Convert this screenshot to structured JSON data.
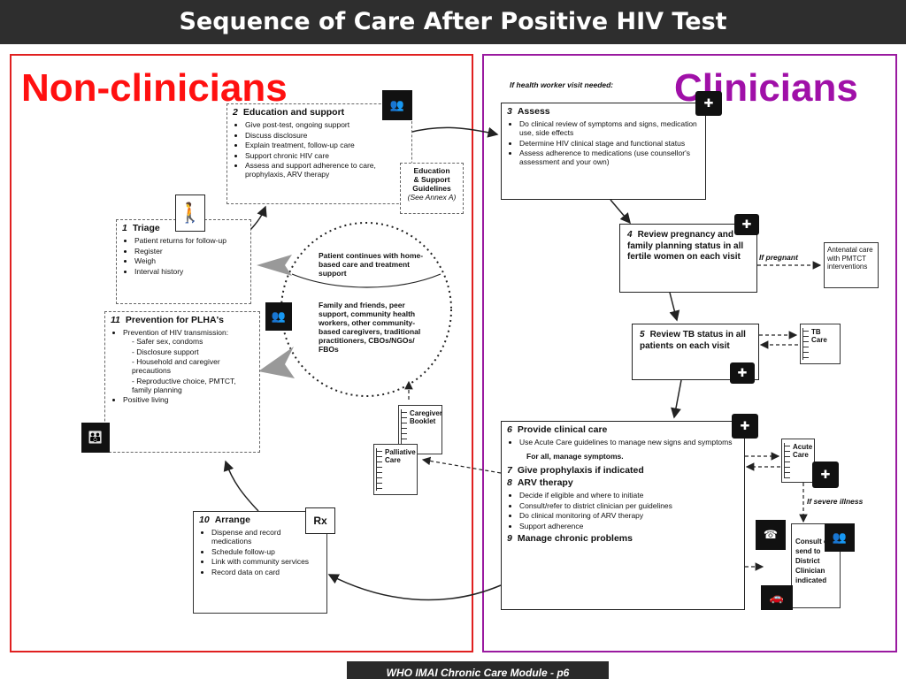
{
  "header": {
    "title": "Sequence of Care After Positive HIV Test"
  },
  "sections": {
    "left": "Non-clinicians",
    "right": "Clinicians"
  },
  "if_visit_note": "If health worker visit needed:",
  "box2": {
    "num": "2",
    "title": "Education and support",
    "items": [
      "Give post-test, ongoing support",
      "Discuss disclosure",
      "Explain treatment, follow-up care",
      "Support chronic HIV care",
      "Assess and support adherence to care, prophylaxis, ARV therapy"
    ]
  },
  "guidelines": {
    "line1": "Education",
    "line2": "& Support",
    "line3": "Guidelines",
    "note": "(See Annex A)"
  },
  "box1": {
    "num": "1",
    "title": "Triage",
    "items": [
      "Patient returns for follow-up",
      "Register",
      "Weigh",
      "Interval history"
    ]
  },
  "box11": {
    "num": "11",
    "title": "Prevention for PLHA's",
    "item1": "Prevention of HIV transmission:",
    "sub": [
      "Safer sex, condoms",
      "Disclosure support",
      "Household and caregiver precautions",
      "Reproductive choice, PMTCT, family planning"
    ],
    "item2": "Positive living"
  },
  "circle": {
    "top": "Patient continues with home-based care and treatment support",
    "bottom": "Family and friends, peer support, community health workers, other community-based caregivers, traditional practitioners, CBOs/NGOs/ FBOs"
  },
  "box10": {
    "num": "10",
    "title": "Arrange",
    "items": [
      "Dispense and record medications",
      "Schedule follow-up",
      "Link with community services",
      "Record data on card"
    ]
  },
  "box3": {
    "num": "3",
    "title": "Assess",
    "items": [
      "Do clinical review of symptoms and signs, medication use, side effects",
      "Determine HIV clinical stage and functional status",
      "Assess adherence to medications (use counsellor's assessment and your own)"
    ]
  },
  "box4": {
    "num": "4",
    "title": "Review pregnancy and family planning status in all fertile women on each visit"
  },
  "if_pregnant": "If pregnant",
  "antenatal": "Antenatal care with PMTCT interventions",
  "box5": {
    "num": "5",
    "title": "Review TB status in all patients on each visit"
  },
  "tb_care": "TB Care",
  "box6": {
    "num": "6",
    "title": "Provide clinical care",
    "item": "Use Acute Care guidelines to manage new signs and symptoms",
    "all": "For all, manage symptoms.",
    "n7": "7",
    "t7": "Give prophylaxis if indicated",
    "n8": "8",
    "t8": "ARV therapy",
    "arv": [
      "Decide if eligible and where to initiate",
      "Consult/refer to district clinician per guidelines",
      "Do clinical monitoring of ARV therapy",
      "Support adherence"
    ],
    "n9": "9",
    "t9": "Manage chronic problems"
  },
  "caregiver": "Caregiver Booklet",
  "palliative": "Palliative Care",
  "acute": "Acute Care",
  "severe": "If severe illness",
  "consult": "Consult or send to District Clinician indicated",
  "rx_label": "Rx",
  "footer": "WHO IMAI Chronic Care Module - p6",
  "colors": {
    "title_bar": "#2e2e2e",
    "non_clinicians": "#ff1010",
    "clinicians": "#a010a8",
    "left_frame": "#e02020",
    "right_frame": "#9a1aa0"
  }
}
